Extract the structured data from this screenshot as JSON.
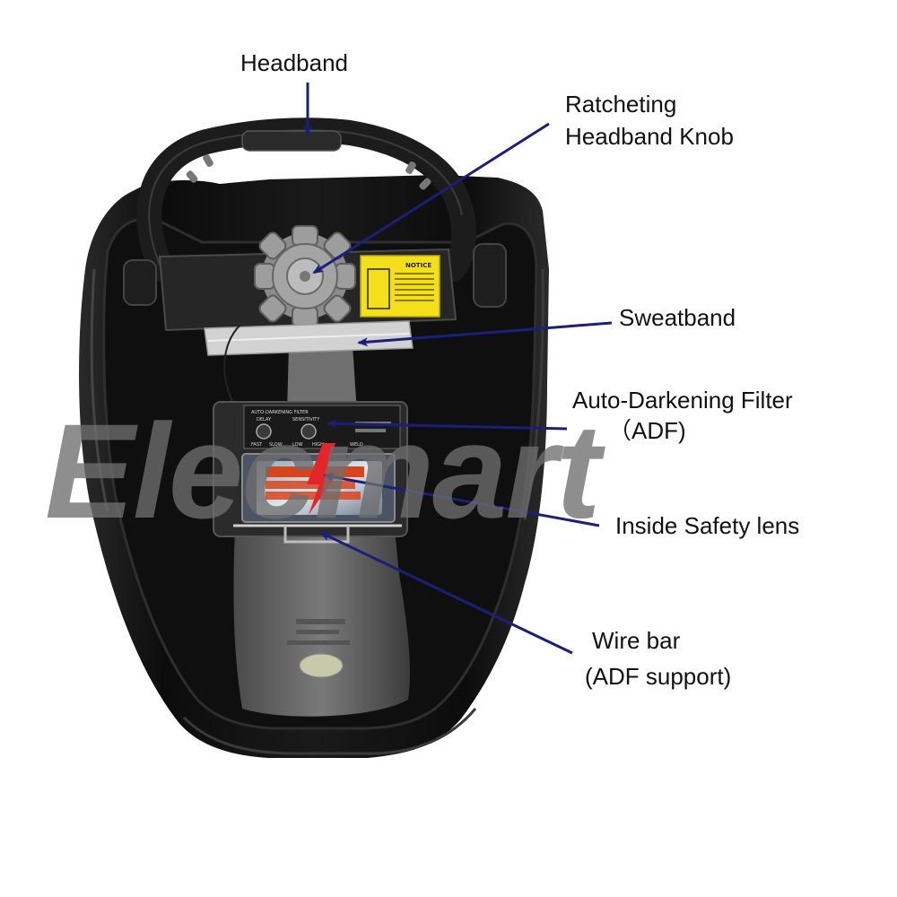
{
  "labels": {
    "headband": "Headband",
    "ratchet_line1": "Ratcheting",
    "ratchet_line2": "Headband Knob",
    "sweatband": "Sweatband",
    "adf_line1": "Auto-Darkening Filter",
    "adf_line2": "（ADF)",
    "lens": "Inside Safety lens",
    "wirebar_line1": "Wire bar",
    "wirebar_line2": "(ADF support)"
  },
  "watermark": "Elecmart",
  "notice_title": "NOTICE",
  "adf_panel": {
    "title": "AUTO-DARKENING FILTER",
    "delay": "DELAY",
    "sensitivity": "SENSITIVITY",
    "fast": "FAST",
    "slow": "SLOW",
    "low": "LOW",
    "high": "HIGH",
    "weld": "WELD"
  },
  "colors": {
    "arrow": "#1b1f7a",
    "shell": "#151515",
    "text": "#111111",
    "notice": "#f3e01a",
    "watermark": "#6e6e6e"
  }
}
